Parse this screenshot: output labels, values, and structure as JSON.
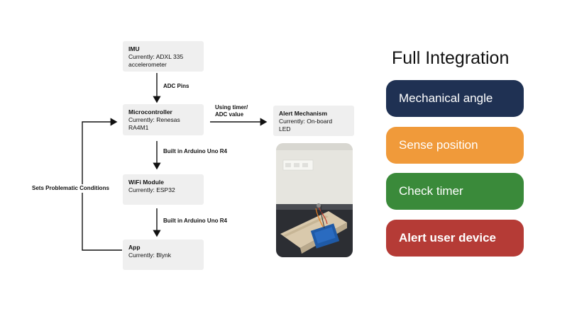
{
  "nodes": {
    "imu": {
      "title": "IMU",
      "line1": "Currently: ADXL 335",
      "line2": "accelerometer"
    },
    "mcu": {
      "title": "Microcontroller",
      "line1": "Currently: Renesas",
      "line2": "RA4M1"
    },
    "wifi": {
      "title": "WiFi Module",
      "line1": "Currently: ESP32"
    },
    "app": {
      "title": "App",
      "line1": "Currently: Blynk"
    },
    "alert": {
      "title": "Alert Mechanism",
      "line1": "Currently: On-board",
      "line2": "LED"
    }
  },
  "edges": {
    "imu_mcu": "ADC Pins",
    "mcu_alert_1": "Using timer/",
    "mcu_alert_2": "ADC value",
    "mcu_wifi": "Built in Arduino Uno R4",
    "wifi_app": "Built in Arduino Uno R4",
    "feedback": "Sets Problematic Conditions"
  },
  "integration": {
    "title": "Full Integration",
    "steps": [
      {
        "label": "Mechanical angle",
        "color": "#1f3153"
      },
      {
        "label": "Sense position",
        "color": "#f09a3a"
      },
      {
        "label": "Check timer",
        "color": "#3a8a3a"
      },
      {
        "label": "Alert user device",
        "color": "#b53b36",
        "bold": true
      }
    ]
  }
}
